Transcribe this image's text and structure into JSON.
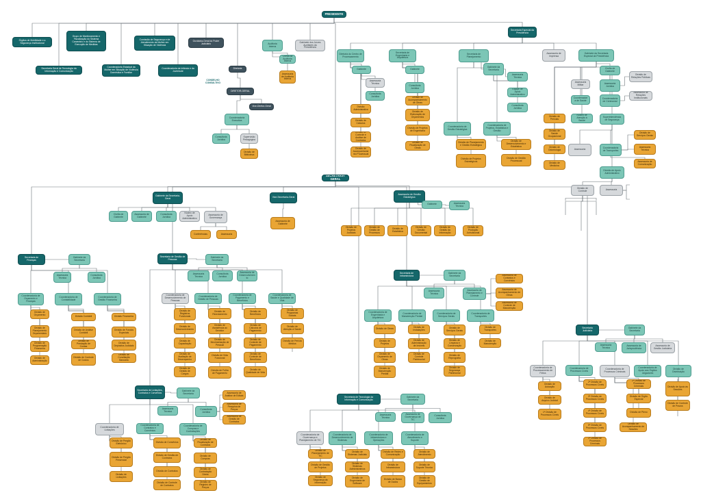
{
  "nodes": {
    "root": "PRESIDENTE",
    "secgeral": "SECRETARIA-GERAL",
    "pa1": "Órgãos de Mobilidade e a Segurança Institucional",
    "pa2": "Grupo de Monitoramento e Fiscalização do Sistema Carcerário e do Sistema de Execução de Medidas",
    "pa3": "Comissão de Segurança e de Atendimento da Mulher em Situação de Violência",
    "pa4": "Ouvidoria-Geral do Poder Judiciário",
    "pa5": "Auditoria Interna",
    "pa6": "Gabinete dos Juízes Auxiliares da Presidência",
    "pa7": "Secretaria Geral de Tecnologia da Informação e Comunicação",
    "pa8": "Coordenadoria Estadual da Mulher em Situação de Violência Doméstica e Familiar",
    "pa9": "Coordenadoria da Infância e da Juventude",
    "cg1": "Chefia da Auditoria Interna",
    "cg2": "Assessoria de Auditoria Interna",
    "diretoria": "Diretoria",
    "cons": "CONSELHO CONSULTIVO",
    "diretor": "DIRETOR-GERAL",
    "diradj": "Vice-Diretor-Geral",
    "coordexec": "Coordenadoria Executiva",
    "c1": "Consultoria Jurídica",
    "c2": "Supervisão Pedagógica",
    "c3": "Divisão de Biblioteca",
    "dep": "Secretaria Especial da Presidência",
    "d1": "Diretoria do Centro de Processamento",
    "d2": "Secretaria de Engenharia e Arquitetura",
    "d3": "Secretaria de Planejamento",
    "d4": "Assessoria de Imprensa",
    "d5": "Gabinete da Secretaria Especial da Presidência",
    "d1a": "Gabinete",
    "d1b": "Assessoria Técnica",
    "d1c": "Consultoria Jurídica",
    "d1d": "Divisão Administrativa",
    "d1e": "Divisão de Cálculos",
    "d1f": "Divisão de Controle e Análise de Contratos",
    "d1g": "Divisão de Acompanhamento Processual",
    "d2a": "Gabinete",
    "d2b": "Consultoria Jurídica",
    "d2c": "Divisão de Acompanhamento de Obras",
    "d2d": "Divisão de Elaboração de Orçamentos",
    "d2e": "Divisão de Projetos de Engenharia",
    "d2f": "Divisão de Fiscalização de Obras",
    "d3a": "Gabinete da Secretaria",
    "d3b": "Assessoria Técnica",
    "d3c": "Equipe de Apoio Administrativo",
    "d3d": "Consultoria Jurídica",
    "d3e": "Coordenadoria de Gestão Estratégica",
    "d3f": "Coordenadoria de Projetos, Estatística e Gestão",
    "d3g": "Divisão de Planejamento e Gestão Estratégica",
    "d3h": "Divisão de Desenvolvimento e Estatística",
    "d3i": "Divisão de Projetos Estratégicos",
    "d3j": "Divisão de Gestão Processual",
    "d5a": "Chefia de Gabinete",
    "d5b": "Assessoria Militar",
    "d5c": "Assessoria Jurídica",
    "d5d": "Coordenadoria de Cerimonial",
    "d5e": "Divisão de Relações Públicas",
    "d5f": "Assessoria de Relações Institucionais",
    "d5g": "Coordenadoria de Saúde",
    "d5h": "Divisão de Perícias",
    "d5i": "Divisão de Saúde Ocupacional",
    "d5j": "Divisão de Odontologia",
    "d5k": "Divisão de Medicina",
    "d5l": "Núcleo de Atenção à Saúde",
    "d5m": "Superintendência de Segurança",
    "d5n": "Assessoria",
    "d5o": "Coordenadoria de Transportes",
    "d5p": "Divisão de Serviços Gerais",
    "d5q": "Assessoria Técnica",
    "d5r": "Assessoria de Comunicação",
    "d5s": "Divisão de Apoio Administrativo",
    "d5t": "Divisão de Controle",
    "d5u": "Assessoria",
    "sg1": "Gabinete da Secretaria-Geral",
    "sg2": "Vice-Secretaria-Geral",
    "sg3": "Assessoria de Gestão Estratégica",
    "sg1a": "Chefia de Gabinete",
    "sg1b": "Assessoria de Gabinete",
    "sg1c": "Consultoria Jurídica",
    "sg1d": "Núcleo de Apoio Administrativo",
    "sg1e": "Assessoria de Governança",
    "sg1f": "Conferências",
    "sg1g": "Assessoria",
    "sg2a": "Assessoria de Gabinete",
    "sg3a": "Gabinete",
    "sg3b": "Assessoria Técnica",
    "sg3c": "Divisão de Projetos Judiciais",
    "sg3d": "Divisão de Gestão de Processos",
    "sg3e": "Divisão de Estatística",
    "sg3f": "Divisão de Gestão Documental",
    "sg3g": "Divisão de Gestão da Informação",
    "sg3h": "Divisão de Produção Jurisdicional",
    "f0": "Secretaria de Finanças",
    "f1": "Gabinete da Secretaria",
    "f2": "Assessoria Técnica",
    "f3": "Consultoria Jurídica",
    "f4": "Coordenadoria de Orçamento e Finanças",
    "f5": "Coordenadoria de Contabilidade",
    "f6": "Coordenadoria de Gestão Financeira",
    "f7": "Divisão de Orçamento",
    "f8": "Divisão de Planejamento Orçamentário",
    "f9": "Divisão de Programação Financeira",
    "f10": "Divisão de Administração",
    "f11": "Divisão Contábil",
    "f12": "Divisão de Análise Contábil",
    "f13": "Divisão de Prestação de Contas",
    "f14": "Divisão de Controle de Custos",
    "f15": "Divisão Financeira",
    "f16": "Divisão de Fundos Especiais",
    "f17": "Divisão de Depósitos Judiciais",
    "f18": "Divisão de Conciliação Bancária",
    "p0": "Secretaria de Gestão de Pessoas",
    "p1": "Gabinete da Secretaria",
    "p2": "Assessoria Técnica",
    "p3": "Consultoria Jurídica",
    "p4": "Assessoria de Desenvolvimento",
    "p5": "Coordenadoria de Desenvolvimento de Pessoas",
    "p6": "Coordenadoria de Gestão de Pessoas",
    "p7": "Coordenadoria de Pagamento e Benefícios",
    "p8": "Coordenadoria de Saúde e Qualidade de Vida",
    "p9": "Divisão de Registros Funcionais",
    "p10": "Divisão de Desenvolvimento",
    "p11": "Divisão de Capacitação",
    "p12": "Divisão de Avaliação de Desempenho",
    "p13": "Divisão de Gestão de Cargos",
    "p14": "Divisão de Recrutamento",
    "p15": "Divisão de Assistência ao Servidor",
    "p16": "Divisão de Movimentação de Pessoal",
    "p17": "Divisão de Vida Funcional",
    "p18": "Divisão de Folha de Pagamento",
    "p19": "Divisão de Benefícios",
    "p20": "Divisão de Cálculos de Pagamento",
    "p21": "Divisão de Controle de Pagamento",
    "p22": "Divisão de Controle de Benefícios",
    "p23": "Divisão de Qualidade de Vida",
    "p24": "Divisão de Programas Sociais",
    "p25": "Divisão de Atenção à Saúde",
    "p26": "Divisão de Perícia Médica",
    "i0": "Secretaria de Infraestrutura",
    "i1": "Gabinete da Secretaria",
    "i2": "Assessoria Técnica",
    "i3": "Assessoria de Planejamento e Controle",
    "i4": "Assessoria de Contratos e Convênios",
    "i5": "Assessoria de Acompanhamento de Obras",
    "i6": "Assessoria de Controle de Manutenção",
    "i7": "Coordenadoria de Engenharia e Arquitetura",
    "i8": "Coordenadoria de Manutenção Predial",
    "i9": "Coordenadoria de Serviços Gerais",
    "i10": "Coordenadoria de Transportes",
    "i11": "Divisão de Obras",
    "i12": "Divisão de Projetos",
    "i13": "Divisão de Orçamento de Obras",
    "i14": "Divisão de Manutenção Predial",
    "i15": "Divisão de Instalações",
    "i16": "Divisão de Administração de Imóveis",
    "i17": "Divisão de Controle Patrimonial",
    "i18": "Divisão de Serviços Gerais",
    "i19": "Divisão de Limpeza e Conservação",
    "i20": "Divisão de Reprografia",
    "i21": "Divisão de Segurança Patrimonial",
    "i22": "Divisão de Transportes",
    "i23": "Divisão de Manutenção",
    "j0": "Secretaria Judiciária",
    "j1": "Gabinete da Secretaria",
    "j2": "Assessoria Técnica",
    "j3": "Assessoria de Jurisprudência",
    "j4": "Assessoria de Gestão Judiciária",
    "j5": "Coordenadoria de Processamento de Feitos",
    "j6": "Coordenadoria de Processos Cíveis",
    "j7": "Coordenadoria de Processos Criminais",
    "j8": "Coordenadoria de Apoio aos Órgãos Julgadores",
    "j9": "Divisão de Distribuição",
    "j10": "Divisão de Autuação",
    "j11": "Divisão de Arquivo Judicial",
    "j12": "1ª Divisão de Processos Cíveis",
    "j13": "2ª Divisão de Processos Cíveis",
    "j14": "3ª Divisão de Processos Cíveis",
    "j15": "4ª Divisão de Processos Cíveis",
    "j16": "5ª Divisão de Processos Cíveis",
    "j17": "1ª Divisão de Processos Criminais",
    "j18": "2ª Divisão de Processos Criminais",
    "j19": "Divisão de Órgão Especial",
    "j20": "Divisão de Pleno",
    "j21": "Divisão de Acompanhamento de Sessões",
    "j22": "Divisão de Apoio às Sessões",
    "j23": "Divisão de Controle de Prazos",
    "l0": "Secretaria de Licitações, Contratos e Convênios",
    "l1": "Gabinete da Secretaria",
    "l2": "Assessoria Técnica",
    "l3": "Consultoria Jurídica",
    "l4": "Assessoria de Análise de Editais",
    "l5": "Assessoria de Pesquisa de Preços",
    "l6": "Assessoria de Gestão de Contratos",
    "l7": "Coordenadoria de Licitações",
    "l8": "Coordenadoria de Contratos e Convênios",
    "l9": "Coordenadoria de Compras e Contratações",
    "l10": "Divisão de Pregão Eletrônico",
    "l11": "Divisão de Pregão Presencial",
    "l12": "Divisão de Licitações",
    "l13": "Divisão de Convênios",
    "l14": "Divisão de Gestão de Contratos",
    "l15": "Divisão de Contratos",
    "l16": "Divisão de Controle de Contratos",
    "l17": "Divisão de Fiscalização de Contratos",
    "l18": "Divisão de Compras",
    "l19": "Divisão de Contratação Direta",
    "l20": "Divisão de Registro de Preços",
    "l21": "Divisão de Suprimentos",
    "l22": "Divisão de Suporte às Contratações",
    "t0": "Secretaria de Tecnologia da Informação e Comunicação",
    "t1": "Gabinete da Secretaria",
    "t2": "Assessoria Técnica",
    "t3": "Assessoria de Governança de TIC",
    "t4": "Consultoria Jurídica",
    "t5": "Coordenadoria de Governança e Planejamento de TIC",
    "t6": "Coordenadoria de Desenvolvimento de Sistemas",
    "t7": "Coordenadoria de Infraestrutura e Operações",
    "t8": "Coordenadoria de Atendimento e Suporte",
    "t9": "Divisão de Planejamento de TIC",
    "t10": "Divisão de Gestão de Projetos",
    "t11": "Divisão de Segurança da Informação",
    "t12": "Divisão de Sistemas Judiciais",
    "t13": "Divisão de Sistemas Administrativos",
    "t14": "Divisão de Engenharia de Software",
    "t15": "Divisão de Redes e Comunicação",
    "t16": "Divisão de Infraestrutura",
    "t17": "Divisão de Banco de Dados",
    "t18": "Divisão de Atendimento",
    "t19": "Divisão de Suporte Técnico",
    "t20": "Divisão de Gestão de Equipamentos"
  }
}
